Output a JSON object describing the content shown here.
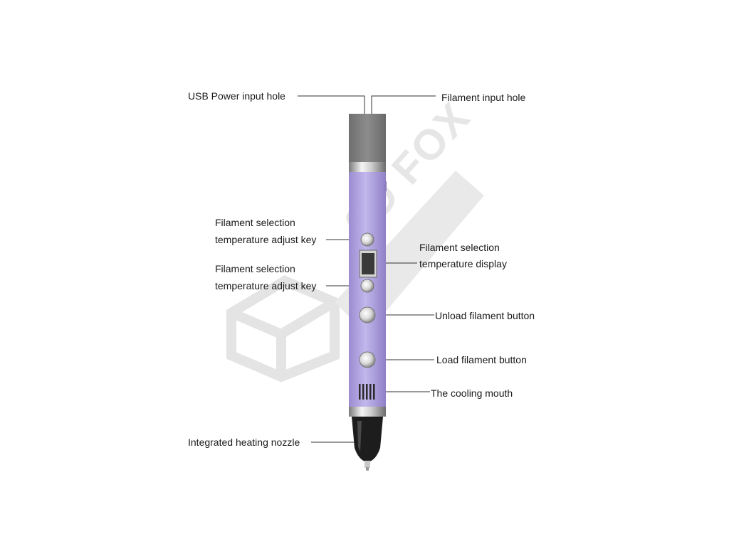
{
  "watermark": {
    "text": "3D FOX"
  },
  "labels": {
    "usb_power": "USB Power input hole",
    "filament_input": "Filament input hole",
    "key_top_line1": "Filament selection",
    "key_top_line2": "temperature adjust key",
    "display_line1": "Filament selection",
    "display_line2": "temperature display",
    "key_bottom_line1": "Filament selection",
    "key_bottom_line2": "temperature adjust key",
    "unload": "Unload filament button",
    "load": "Load filament button",
    "cooling": "The cooling mouth",
    "nozzle": "Integrated heating nozzle"
  },
  "colors": {
    "pen_body": "#b3a7e0",
    "pen_body_dark": "#9283c9",
    "cap": "#7f7f80",
    "chrome": "#e8e8e8",
    "nozzle": "#1d1d1d",
    "leader": "#333333",
    "watermark": "#e6e6e6"
  }
}
